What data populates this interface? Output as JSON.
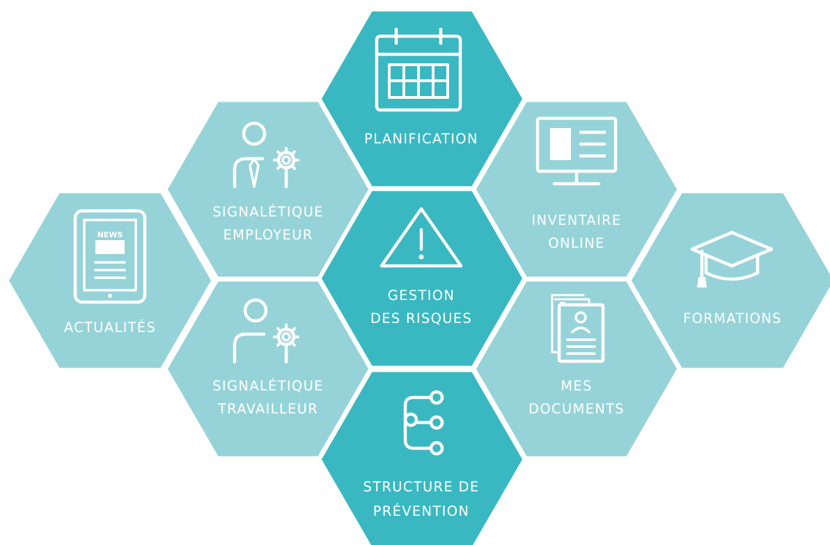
{
  "colors": {
    "light": "#96d3d8",
    "dark": "#39b8c2",
    "stroke": "#ffffff",
    "text": "#ffffff"
  },
  "tiles": {
    "planification": {
      "label": [
        "PLANIFICATION"
      ],
      "icon": "calendar-icon"
    },
    "signaletique_employeur": {
      "label": [
        "SIGNALÉTIQUE",
        "EMPLOYEUR"
      ],
      "icon": "employer-gear-icon"
    },
    "inventaire_online": {
      "label": [
        "INVENTAIRE",
        "ONLINE"
      ],
      "icon": "monitor-icon"
    },
    "gestion_des_risques": {
      "label": [
        "GESTION",
        "DES RISQUES"
      ],
      "icon": "warning-icon"
    },
    "actualites": {
      "label": [
        "ACTUALITÉS"
      ],
      "icon": "tablet-news-icon",
      "badge": "NEWS"
    },
    "formations": {
      "label": [
        "FORMATIONS"
      ],
      "icon": "graduation-cap-icon"
    },
    "signaletique_travailleur": {
      "label": [
        "SIGNALÉTIQUE",
        "TRAVAILLEUR"
      ],
      "icon": "worker-gear-icon"
    },
    "mes_documents": {
      "label": [
        "MES",
        "DOCUMENTS"
      ],
      "icon": "documents-icon"
    },
    "structure_de_prevention": {
      "label": [
        "STRUCTURE DE",
        "PRÉVENTION"
      ],
      "icon": "tree-structure-icon"
    }
  }
}
